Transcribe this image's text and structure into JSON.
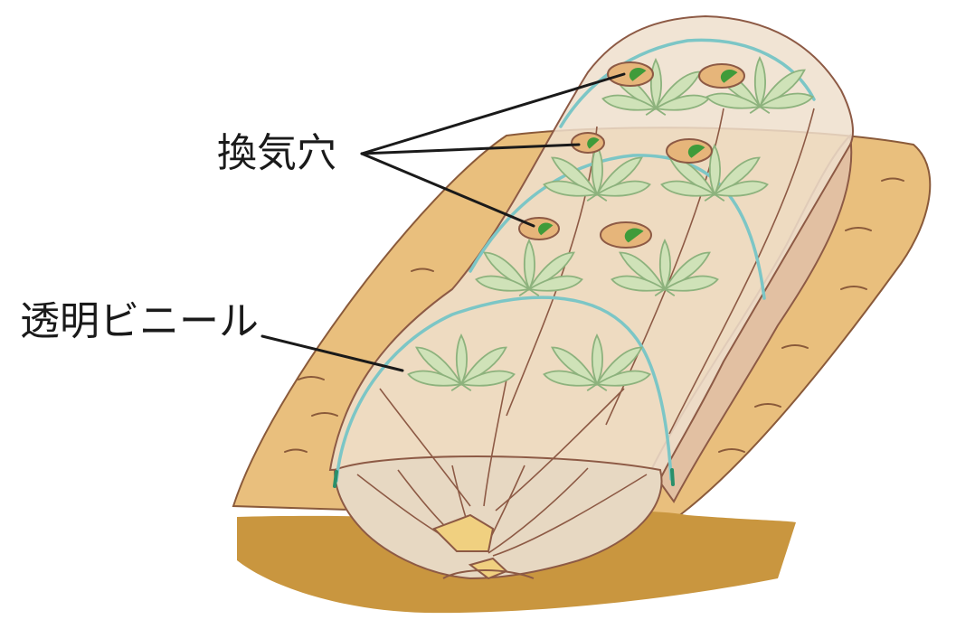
{
  "labels": {
    "ventilation_holes": "換気穴",
    "transparent_vinyl": "透明ビニール"
  },
  "colors": {
    "soil_ridge": "#e9bf7d",
    "soil_shadow": "#c9963f",
    "soil_line": "#8a5a3a",
    "cover_fill": "#eedfcc",
    "cover_side": "#e2c0a2",
    "cover_edge": "#8d5a45",
    "hoop": "#7cc6c6",
    "leaf_fill": "#cfe2b8",
    "leaf_line": "#8db27d",
    "hole_fill": "#e6b57a",
    "seedling": "#3f9b3a",
    "tie_knot": "#f0d080",
    "leader_line": "#1a1a1a"
  },
  "icons": {
    "row_cover": "tunnel-cover-illustration",
    "plant": "leafy-plant-icon",
    "hole": "ventilation-hole-icon"
  }
}
